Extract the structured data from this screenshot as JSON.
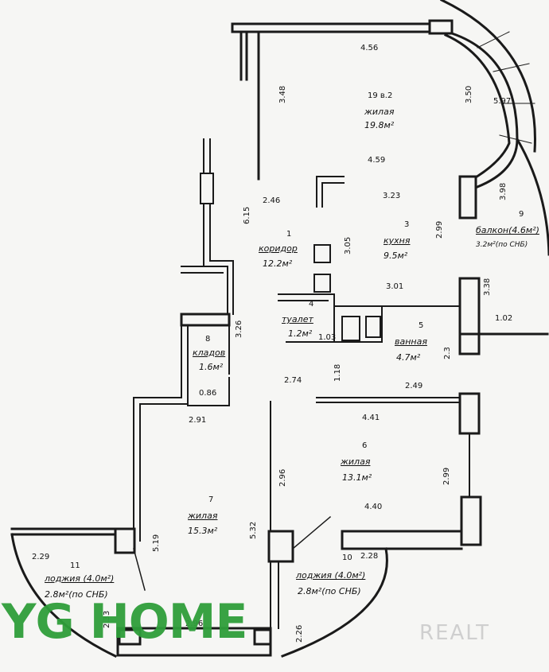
{
  "rooms": {
    "living_top": {
      "number": "19 в.2",
      "name": "жилая",
      "area": "19.8м²"
    },
    "corridor": {
      "number": "1",
      "name": "коридор",
      "area": "12.2м²"
    },
    "kitchen": {
      "number": "3",
      "name": "кухня",
      "area": "9.5м²"
    },
    "toilet": {
      "number": "4",
      "name": "туалет",
      "area": "1.2м²"
    },
    "bathroom": {
      "number": "5",
      "name": "ванная",
      "area": "4.7м²"
    },
    "storage": {
      "number": "8",
      "name": "кладов",
      "area": "1.6м²"
    },
    "living_mid": {
      "number": "6",
      "name": "жилая",
      "area": "13.1м²"
    },
    "living_left": {
      "number": "7",
      "name": "жилая",
      "area": "15.3м²"
    },
    "balcony": {
      "number": "9",
      "name": "балкон(4.6м²)",
      "area": "3.2м²(по СНБ)"
    },
    "loggia_left": {
      "number": "11",
      "name": "лоджия (4.0м²)",
      "area": "2.8м²(по СНБ)"
    },
    "loggia_right": {
      "number": "10",
      "name": "лоджия (4.0м²)",
      "area": "2.8м²(по СНБ)"
    }
  },
  "dimensions": {
    "d456": "4.56",
    "d348": "3.48",
    "d350": "3.50",
    "d597": "5.97",
    "d459": "4.59",
    "d246": "2.46",
    "d615": "6.15",
    "d323": "3.23",
    "d398": "3.98",
    "d299a": "2.99",
    "d305": "3.05",
    "d301": "3.01",
    "d338": "3.38",
    "d102": "1.02",
    "d326": "3.26",
    "d103": "1.03",
    "d23": "2.3",
    "d274": "2.74",
    "d118": "1.18",
    "d249": "2.49",
    "d086": "0.86",
    "d291": "2.91",
    "d441": "4.41",
    "d296a": "2.96",
    "d299b": "2.99",
    "d440": "4.40",
    "d519": "5.19",
    "d532": "5.32",
    "d229": "2.29",
    "d228": "2.28",
    "d233": "2.33",
    "d296b": "2.96",
    "d226": "2.26"
  },
  "logo": {
    "text": "YG HOME"
  },
  "watermark": {
    "text": "REALT"
  },
  "colors": {
    "wall": "#1a1a1a",
    "logo": "#2f9e3a",
    "watermark": "#cfcfcf",
    "paper": "#f6f6f4"
  }
}
